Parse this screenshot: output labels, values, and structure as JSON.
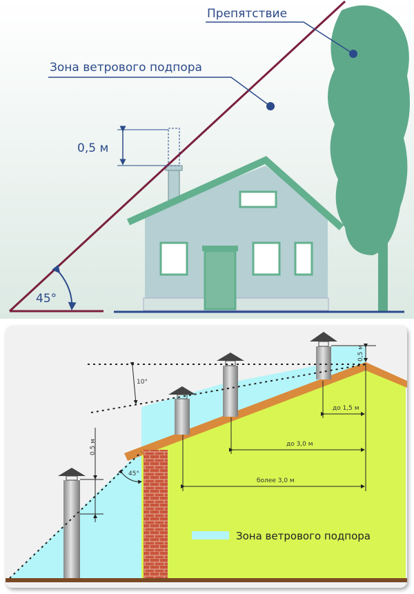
{
  "top_diagram": {
    "obstacle_label": "Препятствие",
    "wind_zone_label": "Зона ветрового подпора",
    "height_label": "0,5 м",
    "angle_label": "45°",
    "colors": {
      "line": "#7a1f3d",
      "text": "#2c4a8a",
      "tree": "#5fa98b",
      "house": "#b5cfd3",
      "roof": "#63b08f"
    }
  },
  "bottom_diagram": {
    "angle_10_label": "10°",
    "angle_45_label": "45°",
    "left_height_label": "0,5 м",
    "top_height_label": "0,5 м",
    "dist_1_label": "до 1,5 м",
    "dist_2_label": "до 3,0 м",
    "dist_3_label": "более 3,0 м",
    "legend_label": "Зона ветрового подпора",
    "colors": {
      "zone": "#b4f5f9",
      "wall": "#d9f552",
      "roof": "#d98a3c",
      "brick": "#c8553b"
    }
  }
}
